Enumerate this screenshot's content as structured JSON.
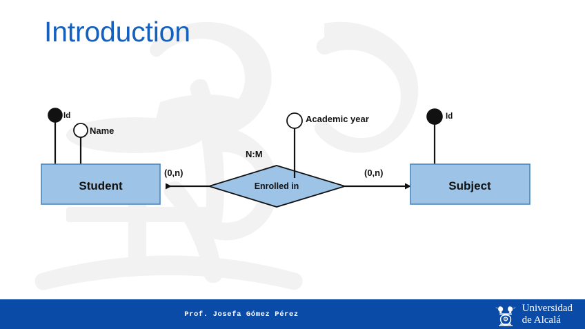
{
  "slide": {
    "title": "Introduction",
    "title_color": "#1560bd",
    "background_color": "#ffffff"
  },
  "diagram": {
    "type": "entity-relationship-diagram",
    "entity_fill": "#9dc3e6",
    "entity_stroke": "#4a87bd",
    "line_color": "#111111",
    "entities": [
      {
        "name": "student-entity",
        "label": "Student",
        "attributes": [
          {
            "label": "Id",
            "key": true
          },
          {
            "label": "Name",
            "key": false
          }
        ]
      },
      {
        "name": "subject-entity",
        "label": "Subject",
        "attributes": [
          {
            "label": "Id",
            "key": true
          }
        ]
      }
    ],
    "relationship": {
      "name": "enrolled-in-relationship",
      "label": "Enrolled in",
      "ratio": "N:M",
      "attributes": [
        {
          "label": "Academic year",
          "key": false
        }
      ]
    },
    "cardinalities": {
      "student_side": "(0,n)",
      "subject_side": "(0,n)"
    }
  },
  "footer": {
    "bar_color": "#0b4ba8",
    "author": "Prof. Josefa Gómez Pérez",
    "logo": {
      "line1": "Universidad",
      "line2": "de Alcalá",
      "emblem": "coat-of-arms-storks"
    }
  }
}
